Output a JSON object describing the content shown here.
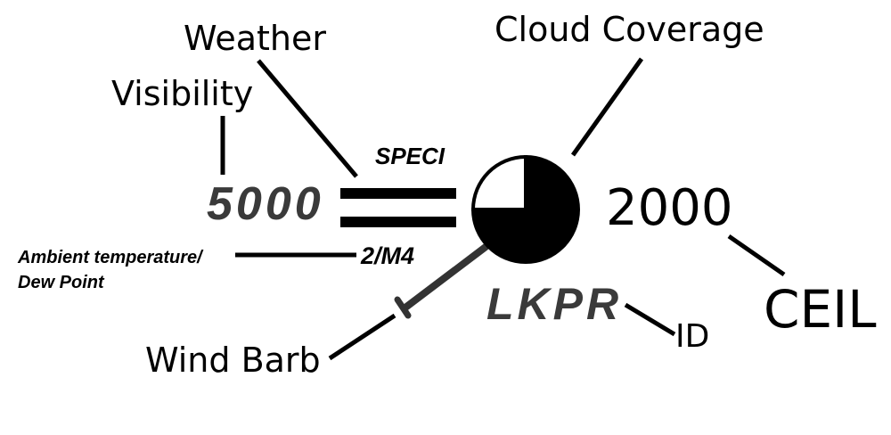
{
  "labels": {
    "weather": "Weather",
    "cloud_coverage": "Cloud Coverage",
    "visibility": "Visibility",
    "ambient_line1": "Ambient temperature/",
    "ambient_line2": "Dew Point",
    "wind_barb": "Wind Barb",
    "id": "ID",
    "ceil": "CEIL"
  },
  "station": {
    "report_type": "SPECI",
    "visibility": "5000",
    "temp_dew": "2/M4",
    "id": "LKPR",
    "ceiling": "2000",
    "cloud_cover_fraction": 0.75
  },
  "colors": {
    "ink": "#000000",
    "grey_text": "#3a3a3a"
  }
}
